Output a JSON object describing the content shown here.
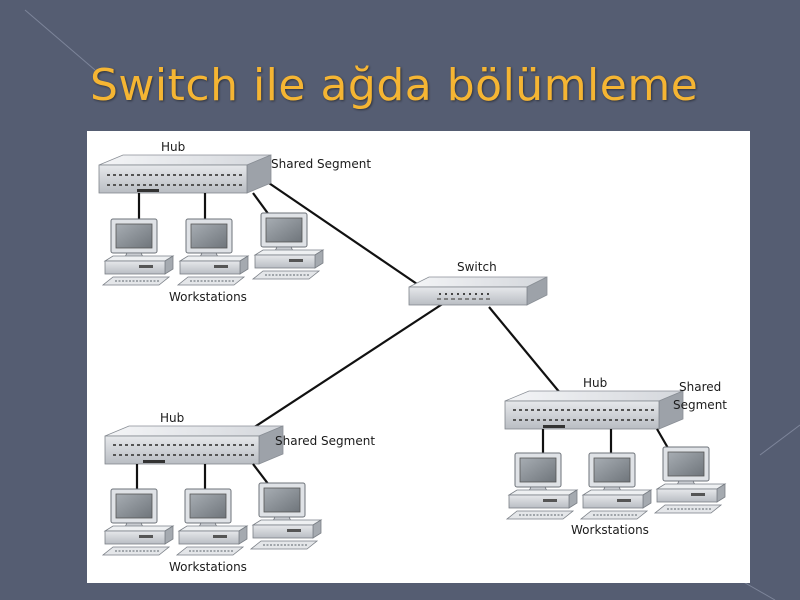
{
  "slide": {
    "title": "Switch ile ağda bölümleme"
  },
  "colors": {
    "background": "#555d72",
    "title": "#f5b533",
    "panel": "#ffffff",
    "cable": "#111111",
    "device_face": "#d6d9de",
    "device_top": "#eceef1",
    "screen": "#8e949a"
  },
  "diagram": {
    "segments": [
      {
        "hub_label": "Hub",
        "segment_label_lines": [
          "Shared Segment"
        ],
        "workstations_label": "Workstations"
      },
      {
        "hub_label": "Hub",
        "segment_label_lines": [
          "Shared Segment"
        ],
        "workstations_label": "Workstations"
      },
      {
        "hub_label": "Hub",
        "segment_label_lines": [
          "Shared",
          "Segment"
        ],
        "workstations_label": "Workstations"
      }
    ],
    "switch_label": "Switch",
    "workstations_per_segment": 3
  }
}
